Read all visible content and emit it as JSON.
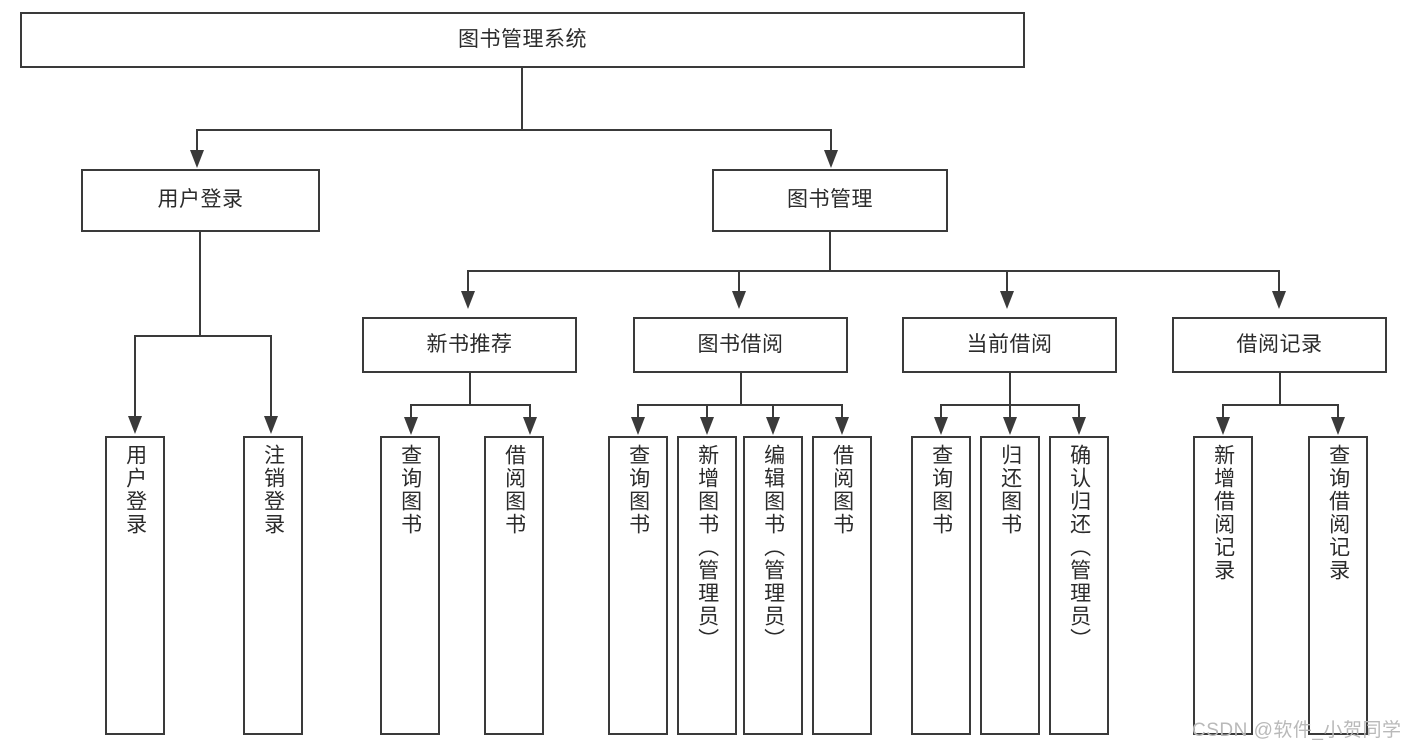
{
  "diagram": {
    "title": "图书管理系统",
    "root": {
      "id": "root",
      "label": "图书管理系统"
    },
    "level1": [
      {
        "id": "user-login",
        "label": "用户登录"
      },
      {
        "id": "book-management",
        "label": "图书管理"
      }
    ],
    "level2": [
      {
        "id": "new-book-recommend",
        "label": "新书推荐",
        "parent": "book-management"
      },
      {
        "id": "book-borrow",
        "label": "图书借阅",
        "parent": "book-management"
      },
      {
        "id": "current-borrow",
        "label": "当前借阅",
        "parent": "book-management"
      },
      {
        "id": "borrow-record",
        "label": "借阅记录",
        "parent": "book-management"
      }
    ],
    "leaves": [
      {
        "id": "leaf-user-login",
        "label": "用户登录",
        "parent": "user-login"
      },
      {
        "id": "leaf-user-logout",
        "label": "注销登录",
        "parent": "user-login"
      },
      {
        "id": "leaf-query-book-1",
        "label": "查询图书",
        "parent": "new-book-recommend"
      },
      {
        "id": "leaf-borrow-book-1",
        "label": "借阅图书",
        "parent": "new-book-recommend"
      },
      {
        "id": "leaf-query-book-2",
        "label": "查询图书",
        "parent": "book-borrow"
      },
      {
        "id": "leaf-add-book",
        "label": "新增图书（管理员）",
        "parent": "book-borrow"
      },
      {
        "id": "leaf-edit-book",
        "label": "编辑图书（管理员）",
        "parent": "book-borrow"
      },
      {
        "id": "leaf-borrow-book-2",
        "label": "借阅图书",
        "parent": "book-borrow"
      },
      {
        "id": "leaf-query-book-3",
        "label": "查询图书",
        "parent": "current-borrow"
      },
      {
        "id": "leaf-return-book",
        "label": "归还图书",
        "parent": "current-borrow"
      },
      {
        "id": "leaf-confirm-return",
        "label": "确认归还（管理员）",
        "parent": "current-borrow"
      },
      {
        "id": "leaf-add-record",
        "label": "新增借阅记录",
        "parent": "borrow-record"
      },
      {
        "id": "leaf-query-record",
        "label": "查询借阅记录",
        "parent": "borrow-record"
      }
    ],
    "watermark": "CSDN @软件_小贺同学",
    "colors": {
      "stroke": "#3a3a3a",
      "text": "#2b2b2b",
      "background": "#ffffff",
      "watermark": "#b9b9b9"
    }
  }
}
